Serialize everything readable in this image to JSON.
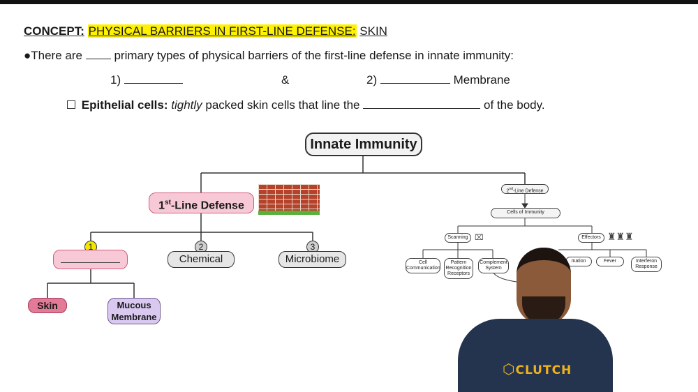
{
  "header": {
    "concept_label": "CONCEPT:",
    "concept_highlight": "PHYSICAL BARRIERS IN FIRST-LINE DEFENSE:",
    "concept_topic": "SKIN"
  },
  "bullets": {
    "line1_a": "●There are",
    "line1_b": "primary types of physical barriers of the first-line defense in innate immunity:",
    "item1": "1)",
    "amp": "&",
    "item2": "2)",
    "membrane": "Membrane",
    "epithelial_bold": "Epithelial cells:",
    "tightly": "tightly",
    "epithelial_rest": "packed skin cells that line the",
    "epithelial_end": "of the body."
  },
  "diagram": {
    "root": "Innate Immunity",
    "first_line_sup": "st",
    "first_line_pre": "1",
    "first_line_post": "-Line Defense",
    "n1": "1",
    "n2": "2",
    "n3": "3",
    "chemical": "Chemical",
    "microbiome": "Microbiome",
    "skin": "Skin",
    "mucous": "Mucous",
    "membrane": "Membrane",
    "second_line_pre": "2",
    "second_line_sup": "nd",
    "second_line_post": "-Line Defense",
    "cells_immunity": "Cells of Immunity",
    "scanning": "Scanning",
    "effectors": "Effectors",
    "cell_comm": "Cell Communication",
    "prr": "Pattern Recognition Receptors",
    "complement": "Complement System",
    "inflammation": "mation",
    "fever": "Fever",
    "interferon": "Interferon Response"
  },
  "brand": "CLUTCH",
  "colors": {
    "highlight": "#fff200",
    "pink": "#f7c9d6",
    "skin_pink": "#e27a98",
    "lavender": "#d9c8ef",
    "gray": "#e6e6e6",
    "badge_yellow": "#f5e600"
  }
}
